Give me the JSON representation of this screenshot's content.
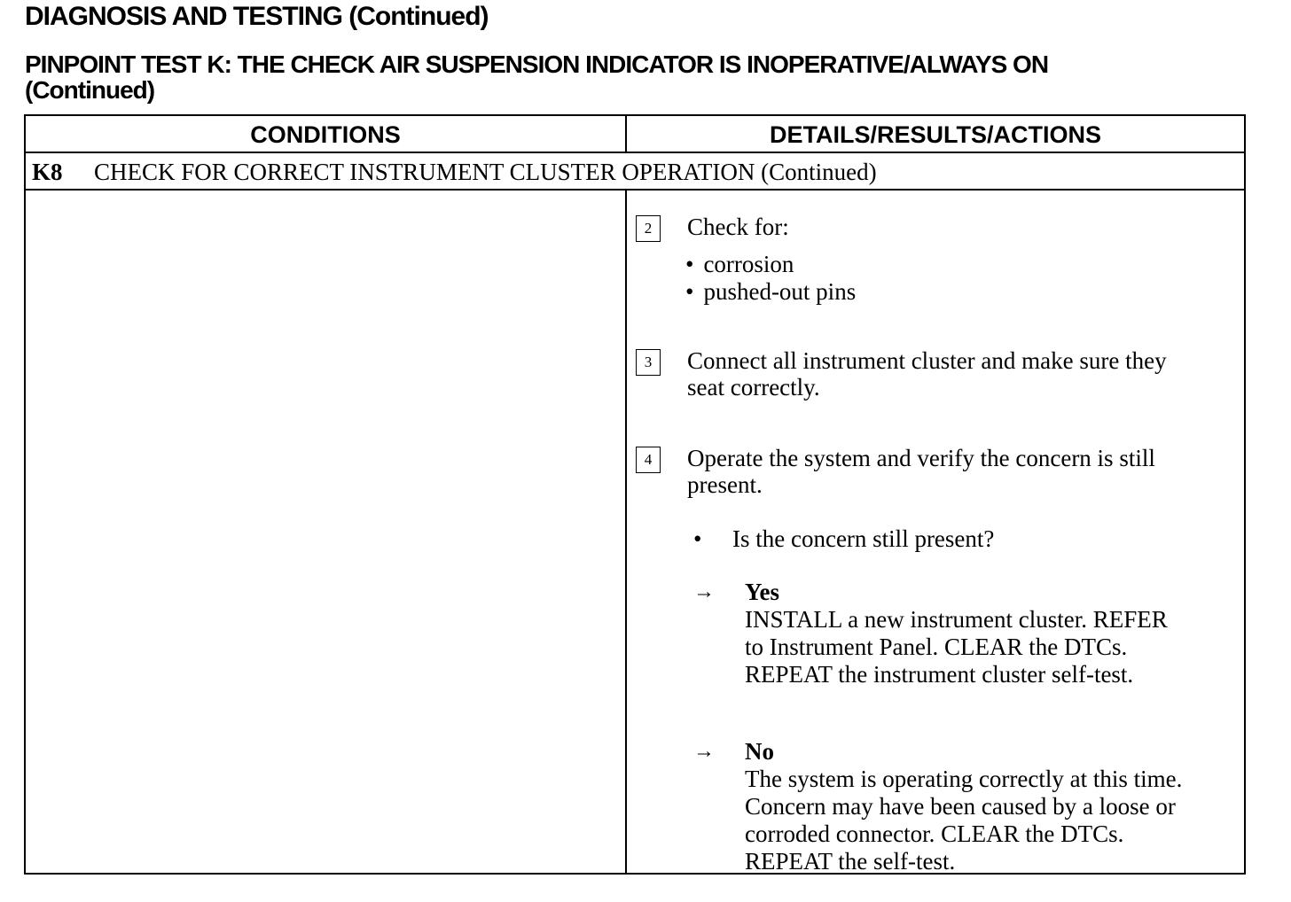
{
  "header": {
    "section_title": "DIAGNOSIS AND TESTING (Continued)",
    "test_title_line1": "PINPOINT TEST K:  THE CHECK AIR SUSPENSION INDICATOR IS INOPERATIVE/ALWAYS ON",
    "test_title_line2": "(Continued)"
  },
  "table": {
    "col_conditions": "CONDITIONS",
    "col_details": "DETAILS/RESULTS/ACTIONS",
    "step": {
      "id": "K8",
      "title": "CHECK FOR CORRECT INSTRUMENT CLUSTER OPERATION (Continued)"
    },
    "substeps": [
      {
        "num": "2",
        "text": "Check for:",
        "bullets": [
          "corrosion",
          "pushed-out pins"
        ]
      },
      {
        "num": "3",
        "line1": "Connect all instrument cluster and make sure they",
        "line2": "seat correctly."
      },
      {
        "num": "4",
        "line1": "Operate the system and verify the concern is still",
        "line2": "present."
      }
    ],
    "question": "Is the concern still present?",
    "results": [
      {
        "arrow": "→",
        "label": "Yes",
        "lines": [
          "INSTALL a new instrument cluster. REFER",
          "to Instrument  Panel. CLEAR  the DTCs.",
          "REPEAT the instrument cluster self-test."
        ]
      },
      {
        "arrow": "→",
        "label": "No",
        "lines": [
          "The system is operating correctly at this time.",
          "Concern may have been caused by a loose or",
          "corroded connector. CLEAR the DTCs.",
          "REPEAT the self-test."
        ]
      }
    ]
  }
}
